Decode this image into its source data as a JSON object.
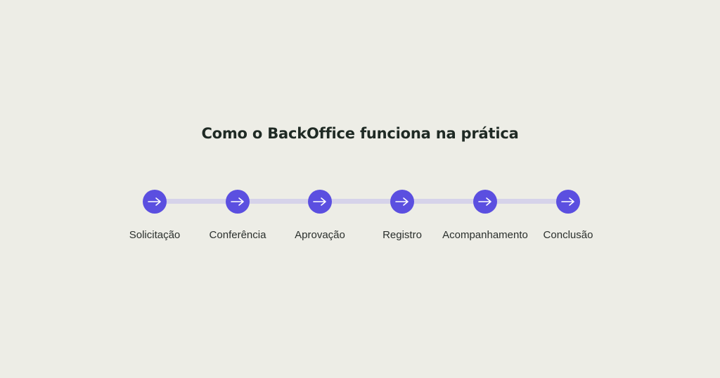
{
  "title": "Como o BackOffice funciona na prática",
  "colors": {
    "background": "#EDEDE6",
    "accent": "#5B4FE0",
    "track": "#D6D3EA",
    "text": "#2A2F2C"
  },
  "step_icon": "arrow-right-icon",
  "steps": [
    {
      "label": "Solicitação"
    },
    {
      "label": "Conferência"
    },
    {
      "label": "Aprovação"
    },
    {
      "label": "Registro"
    },
    {
      "label": "Acompanhamento"
    },
    {
      "label": "Conclusão"
    }
  ]
}
